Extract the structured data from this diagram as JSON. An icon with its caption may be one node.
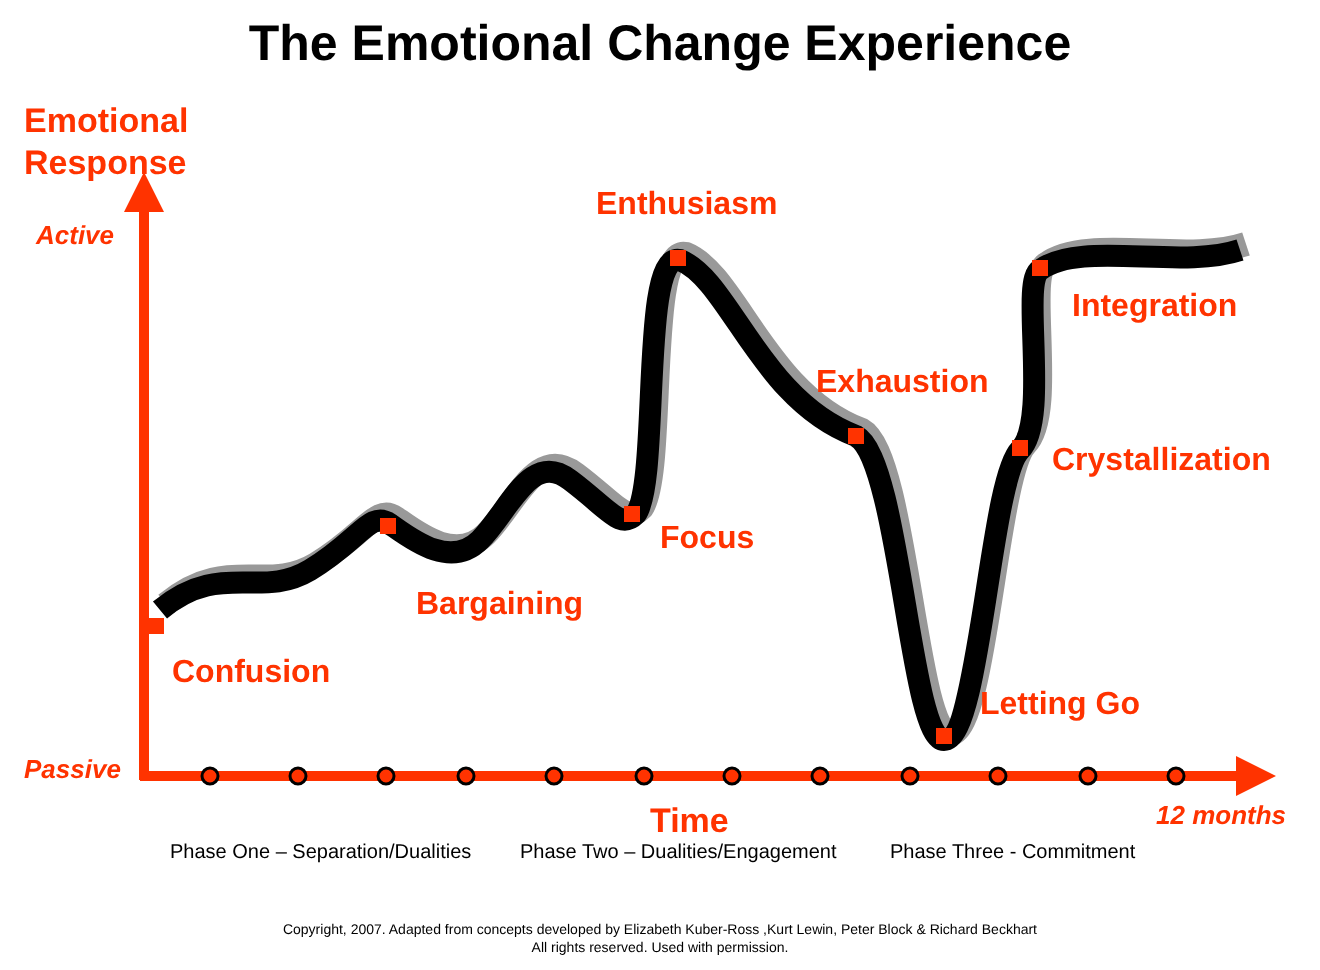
{
  "diagram": {
    "title": "The Emotional Change Experience",
    "labels": [
      "Emotional Response",
      "Active",
      "Passive",
      "Time",
      "12 months",
      "Confusion",
      "Bargaining",
      "Focus",
      "Enthusiasm",
      "Exhaustion",
      "Letting Go",
      "Crystallization",
      "Integration",
      "Phase One – Separation/Dualities",
      "Phase Two – Dualities/Engagement",
      "Phase Three - Commitment",
      "Copyright, 2007. Adapted from concepts developed by Elizabeth Kuber-Ross ,Kurt Lewin, Peter Block & Richard Beckhart",
      "All rights reserved. Used with permission."
    ]
  }
}
